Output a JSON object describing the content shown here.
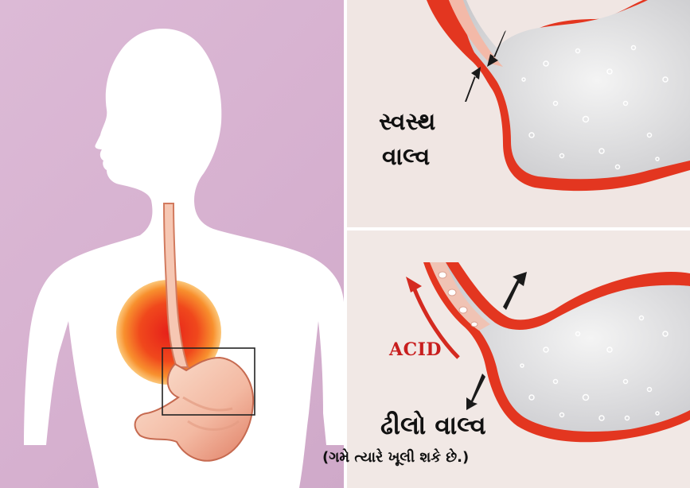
{
  "labels": {
    "healthy_valve_line1": "સ્વસ્થ",
    "healthy_valve_line2": "વાલ્વ",
    "acid": "ACID",
    "loose_valve": "ઢીલો વાલ્વ",
    "loose_valve_note": "(ગમે ત્યારે ખૂલી શકે છે.)"
  },
  "colors": {
    "background_left": "#d8b3d0",
    "body_silhouette": "#ffffff",
    "stomach_wall": "#e03a22",
    "stomach_inner": "#dcdcdc",
    "heartburn_glow": "#f04a1a",
    "arrow": "#1a1a1a",
    "acid_arrow": "#d42a20"
  },
  "icons": {
    "valve_arrow": "black-arrow-icon",
    "acid_flow": "curved-red-arrow-icon"
  }
}
